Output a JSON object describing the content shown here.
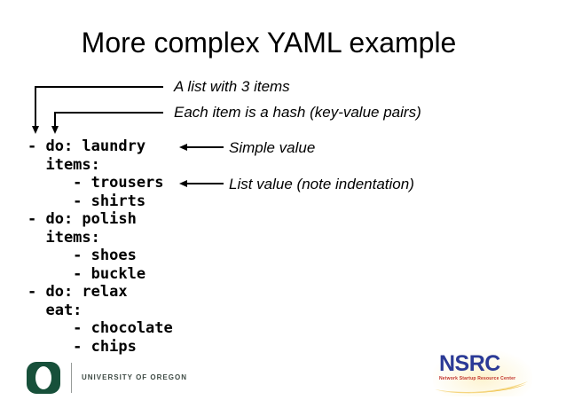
{
  "title": "More complex YAML example",
  "callouts": {
    "list_items": "A list with 3 items",
    "hash": "Each item is a hash (key-value pairs)",
    "simple_value": "Simple value",
    "list_value": "List value (note indentation)"
  },
  "code_lines": [
    "- do: laundry",
    "  items:",
    "     - trousers",
    "     - shirts",
    "- do: polish",
    "  items:",
    "     - shoes",
    "     - buckle",
    "- do: relax",
    "  eat:",
    "     - chocolate",
    "     - chips"
  ],
  "footer": {
    "university": {
      "name": "UNIVERSITY OF OREGON"
    },
    "nsrc": {
      "name": "NSRC",
      "tagline": "Network Startup Resource Center"
    }
  },
  "colors": {
    "uo_green": "#17503a",
    "nsrc_blue": "#2b3a96",
    "nsrc_red": "#c03028",
    "nsrc_gold": "#edb92e",
    "text": "#000000",
    "background": "#ffffff"
  }
}
